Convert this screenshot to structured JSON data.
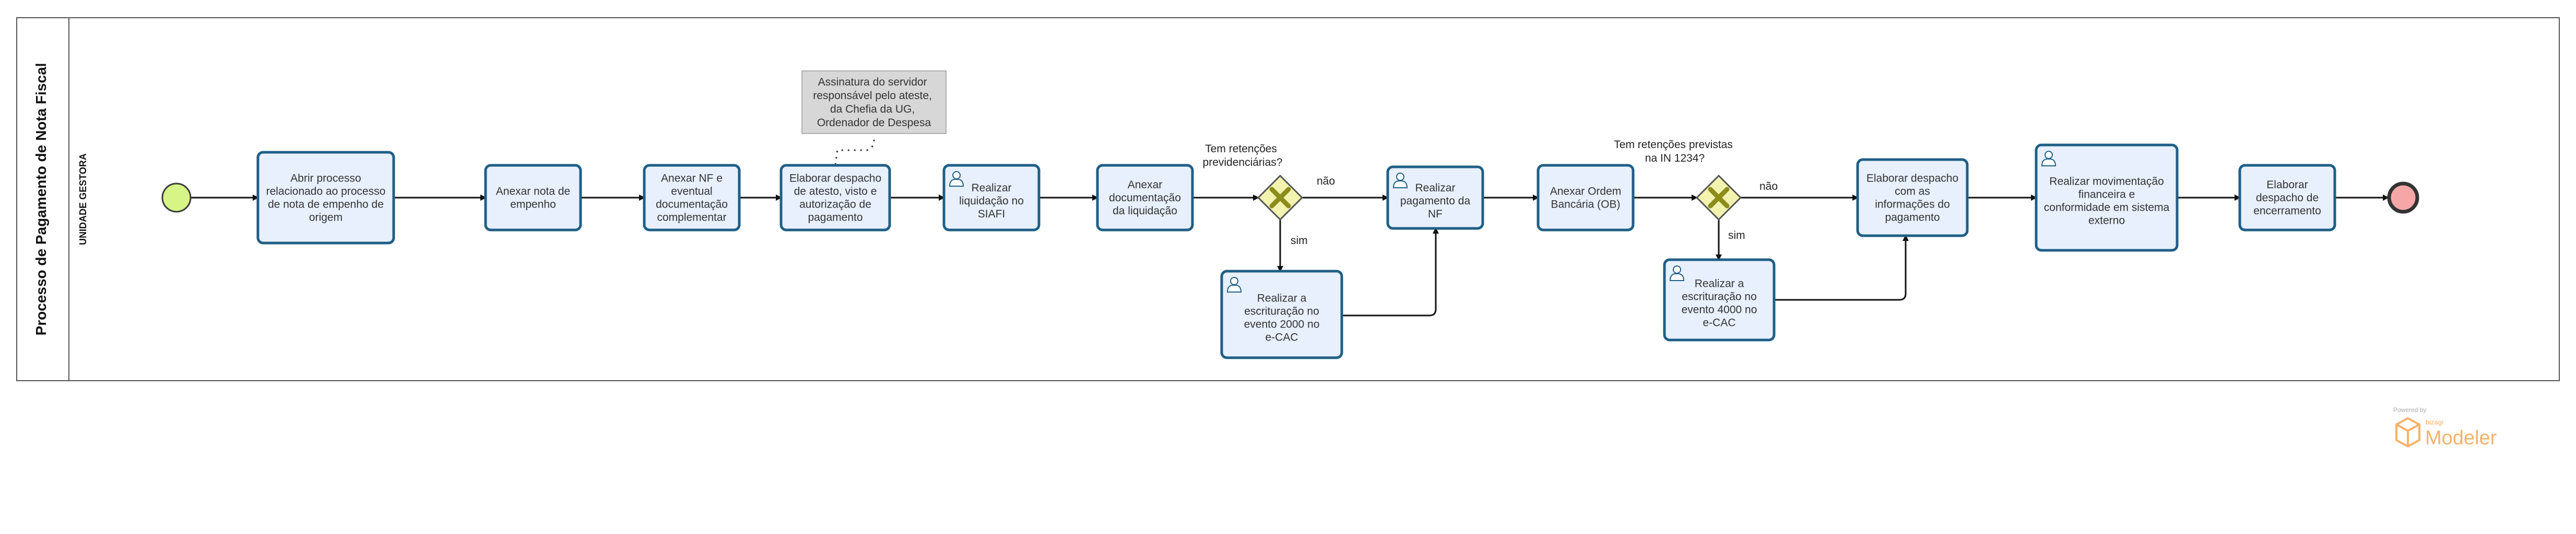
{
  "pool": {
    "title": "Processo de Pagamento de Nota Fiscal",
    "lane": "UNIDADE GESTORA"
  },
  "tasks": [
    {
      "id": "t1",
      "user": false,
      "lines": [
        "Abrir processo",
        "relacionado ao processo",
        "de nota de empenho de",
        "origem"
      ]
    },
    {
      "id": "t2",
      "user": false,
      "lines": [
        "Anexar nota de",
        "empenho"
      ]
    },
    {
      "id": "t3",
      "user": false,
      "lines": [
        "Anexar NF e",
        "eventual",
        "documentação",
        "complementar"
      ]
    },
    {
      "id": "t4",
      "user": false,
      "lines": [
        "Elaborar despacho",
        "de atesto, visto e",
        "autorização de",
        "pagamento"
      ]
    },
    {
      "id": "t5",
      "user": true,
      "lines": [
        "Realizar",
        "liquidação no",
        "SIAFI"
      ]
    },
    {
      "id": "t6",
      "user": false,
      "lines": [
        "Anexar",
        "documentação",
        "da liquidação"
      ]
    },
    {
      "id": "t7",
      "user": true,
      "lines": [
        "Realizar",
        "pagamento da",
        "NF"
      ]
    },
    {
      "id": "t8",
      "user": false,
      "lines": [
        "Anexar Ordem",
        "Bancária (OB)"
      ]
    },
    {
      "id": "t9",
      "user": false,
      "lines": [
        "Elaborar despacho",
        "com as",
        "informações do",
        "pagamento"
      ]
    },
    {
      "id": "t10",
      "user": true,
      "lines": [
        "Realizar movimentação",
        "financeira e",
        "conformidade em sistema",
        "externo"
      ]
    },
    {
      "id": "t11",
      "user": false,
      "lines": [
        "Elaborar",
        "despacho de",
        "encerramento"
      ]
    },
    {
      "id": "t12",
      "user": true,
      "lines": [
        "Realizar a",
        "escrituração no",
        "evento 2000 no",
        "e-CAC"
      ]
    },
    {
      "id": "t13",
      "user": true,
      "lines": [
        "Realizar a",
        "escrituração no",
        "evento 4000 no",
        "e-CAC"
      ]
    }
  ],
  "gateways": [
    {
      "id": "g1",
      "question": [
        "Tem retenções",
        "previdenciárias?"
      ],
      "yes": "sim",
      "no": "não"
    },
    {
      "id": "g2",
      "question": [
        "Tem retenções previstas",
        "na IN 1234?"
      ],
      "yes": "sim",
      "no": "não"
    }
  ],
  "annotation": {
    "lines": [
      "Assinatura do servidor",
      "responsável pelo ateste,",
      "da Chefia da UG,",
      "Ordenador de Despesa"
    ]
  },
  "watermark": {
    "powered": "Powered by",
    "brand_small": "bizagi",
    "product": "Modeler"
  },
  "colors": {
    "start_fill": "#d7f487",
    "end_fill": "#f5a7a7",
    "task_fill": "#e8f0fe",
    "task_stroke": "#1f5f86",
    "gateway_fill": "#f3f3b0",
    "gateway_x": "#8c8c1a",
    "watermark": "#f5b26b"
  }
}
